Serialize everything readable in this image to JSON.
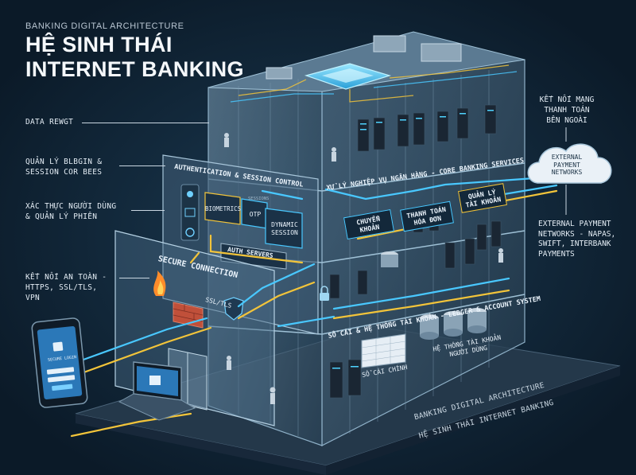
{
  "header": {
    "subtitle": "BANKING DIGITAL ARCHITECTURE",
    "title": "HỆ SINH THÁI\nINTERNET BANKING"
  },
  "left_labels": {
    "data": "DATA REWGT",
    "manage": "QUẢN LÝ BLBGIN &\nSESSION COR BEES",
    "auth": "XÁC THỰC NGƯỜI DÙNG\n& QUẢN LÝ PHIÊN",
    "secure": "KẾT NỐI AN TOÀN -\nHTTPS, SSL/TLS,\nVPN"
  },
  "right_labels": {
    "external_vn": "KẾT NỐI MẠNG\nTHANH TOÁN\nBÊN NGOÀI",
    "cloud": "EXTERNAL\nPAYMENT\nNETWORKS",
    "external_en": "EXTERNAL PAYMENT\nNETWORKS - NAPAS,\nSWIFT, INTERBANK\nPAYMENTS"
  },
  "floors": {
    "core": "XỬ LÝ NGHIỆP VỤ NGÂN HÀNG - CORE BANKING SERVICES",
    "ledger": "SỔ CÁI & HỆ THỐNG TÀI KHOẢN - LEDGER & ACCOUNT SYSTEM",
    "auth": "AUTHENTICATION & SESSION CONTROL",
    "secure": "SECURE CONNECTION"
  },
  "core_boxes": {
    "transfer": "CHUYỂN\nKHOẢN",
    "bill": "THANH TOÁN\nHÓA ĐƠN",
    "account": "QUẢN LÝ\nTÀI KHOẢN"
  },
  "auth_boxes": {
    "biometrics": "BIOMETRICS",
    "otp": "OTP",
    "session": "DYNAMIC\nSESSION",
    "servers": "AUTH SERVERS",
    "sessions_tag": "SESSIONS"
  },
  "ledger_boxes": {
    "general": "SỔ CÁI CHÍNH",
    "user_accounts": "HỆ THỐNG TÀI KHOẢN\nNGƯỜI DÙNG"
  },
  "secure_tag": "SSL/TLS",
  "phone": {
    "login_text": "SECURE LOGIN"
  },
  "footer": {
    "line1": "BANKING DIGITAL ARCHITECTURE",
    "line2": "HỆ SINH THÁI INTERNET BANKING"
  },
  "colors": {
    "background": "#0b1a28",
    "glass": "#5c7c95",
    "flow_blue": "#49c8ff",
    "flow_yellow": "#f2c43a",
    "firewall": "#c0503a"
  }
}
